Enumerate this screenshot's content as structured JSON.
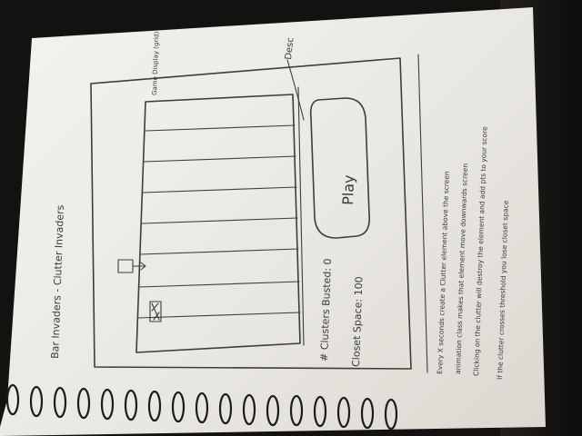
{
  "sketch": {
    "title": "Bar Invaders - Clutter Invaders",
    "label_game_display": "Game Display (grid)",
    "label_desc": "Desc",
    "button_play": "Play",
    "stat_clusters": "# Clusters Busted: 0",
    "stat_closet": "Closet Space: 100",
    "notes": [
      "Every X seconds create a Clutter element above the screen",
      "animation class makes that element move downwards screen",
      "Clicking on the clutter will destroy the element and add pts to your score",
      "If the clutter crosses threshold you lose closet space"
    ]
  }
}
